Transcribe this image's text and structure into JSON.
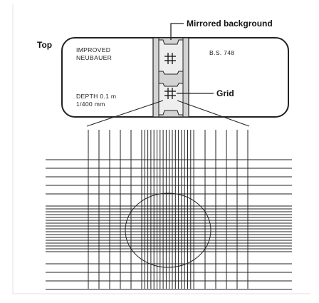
{
  "labels": {
    "top": "Top",
    "mirrored_background": "Mirrored background",
    "grid": "Grid"
  },
  "slide": {
    "brand_line1": "IMPROVED",
    "brand_line2": "NEUBAUER",
    "model": "B.S. 748",
    "depth": "DEPTH 0.1 m",
    "area": "1/400 mm"
  },
  "colors": {
    "line": "#222222",
    "channel_fill": "#d3d3d3",
    "frame": "#e2e2e2"
  }
}
